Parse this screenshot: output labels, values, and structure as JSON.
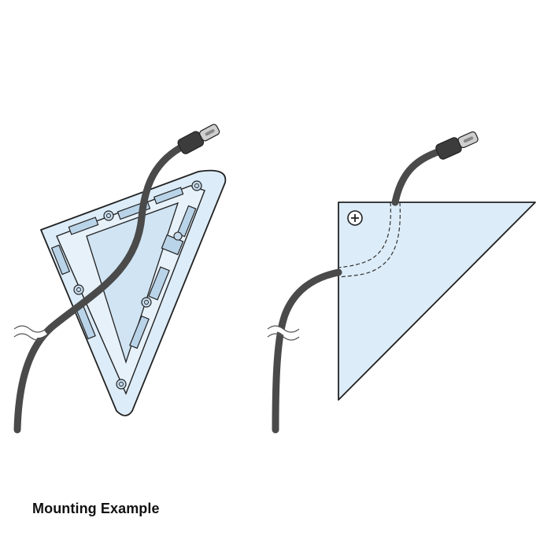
{
  "caption": "Mounting Example",
  "colors": {
    "panel_fill": "#dcecf8",
    "outline": "#222222",
    "cable": "#4a4a4a",
    "connector": "#3c3c3c",
    "plug": "#cfcfcf"
  },
  "figures": [
    {
      "name": "bracket-back-view",
      "description_icon": "triangular-mounting-bracket-back"
    },
    {
      "name": "panel-front-view",
      "description_icon": "triangular-panel-front"
    }
  ]
}
